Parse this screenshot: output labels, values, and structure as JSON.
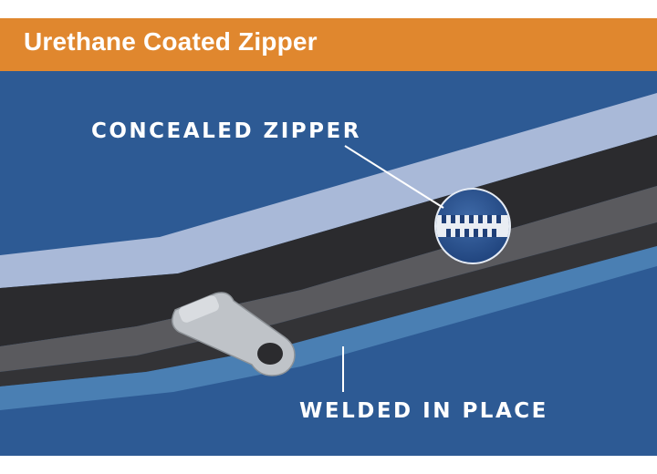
{
  "header": {
    "title": "Urethane Coated Zipper"
  },
  "callouts": {
    "concealed": "CONCEALED ZIPPER",
    "welded": "WELDED IN PLACE"
  },
  "colors": {
    "header_orange": "#e0872e",
    "background_blue": "#2d5a94",
    "lower_band_blue": "#4a7fb3",
    "upper_band_light": "#a9b9d8",
    "zipper_dark": "#2b2b2e",
    "zipper_mid": "#5a5a5e",
    "pull_gray": "#bfc3c8"
  },
  "icons": [
    "zipper-pull-icon",
    "zipper-teeth-magnifier-icon"
  ]
}
